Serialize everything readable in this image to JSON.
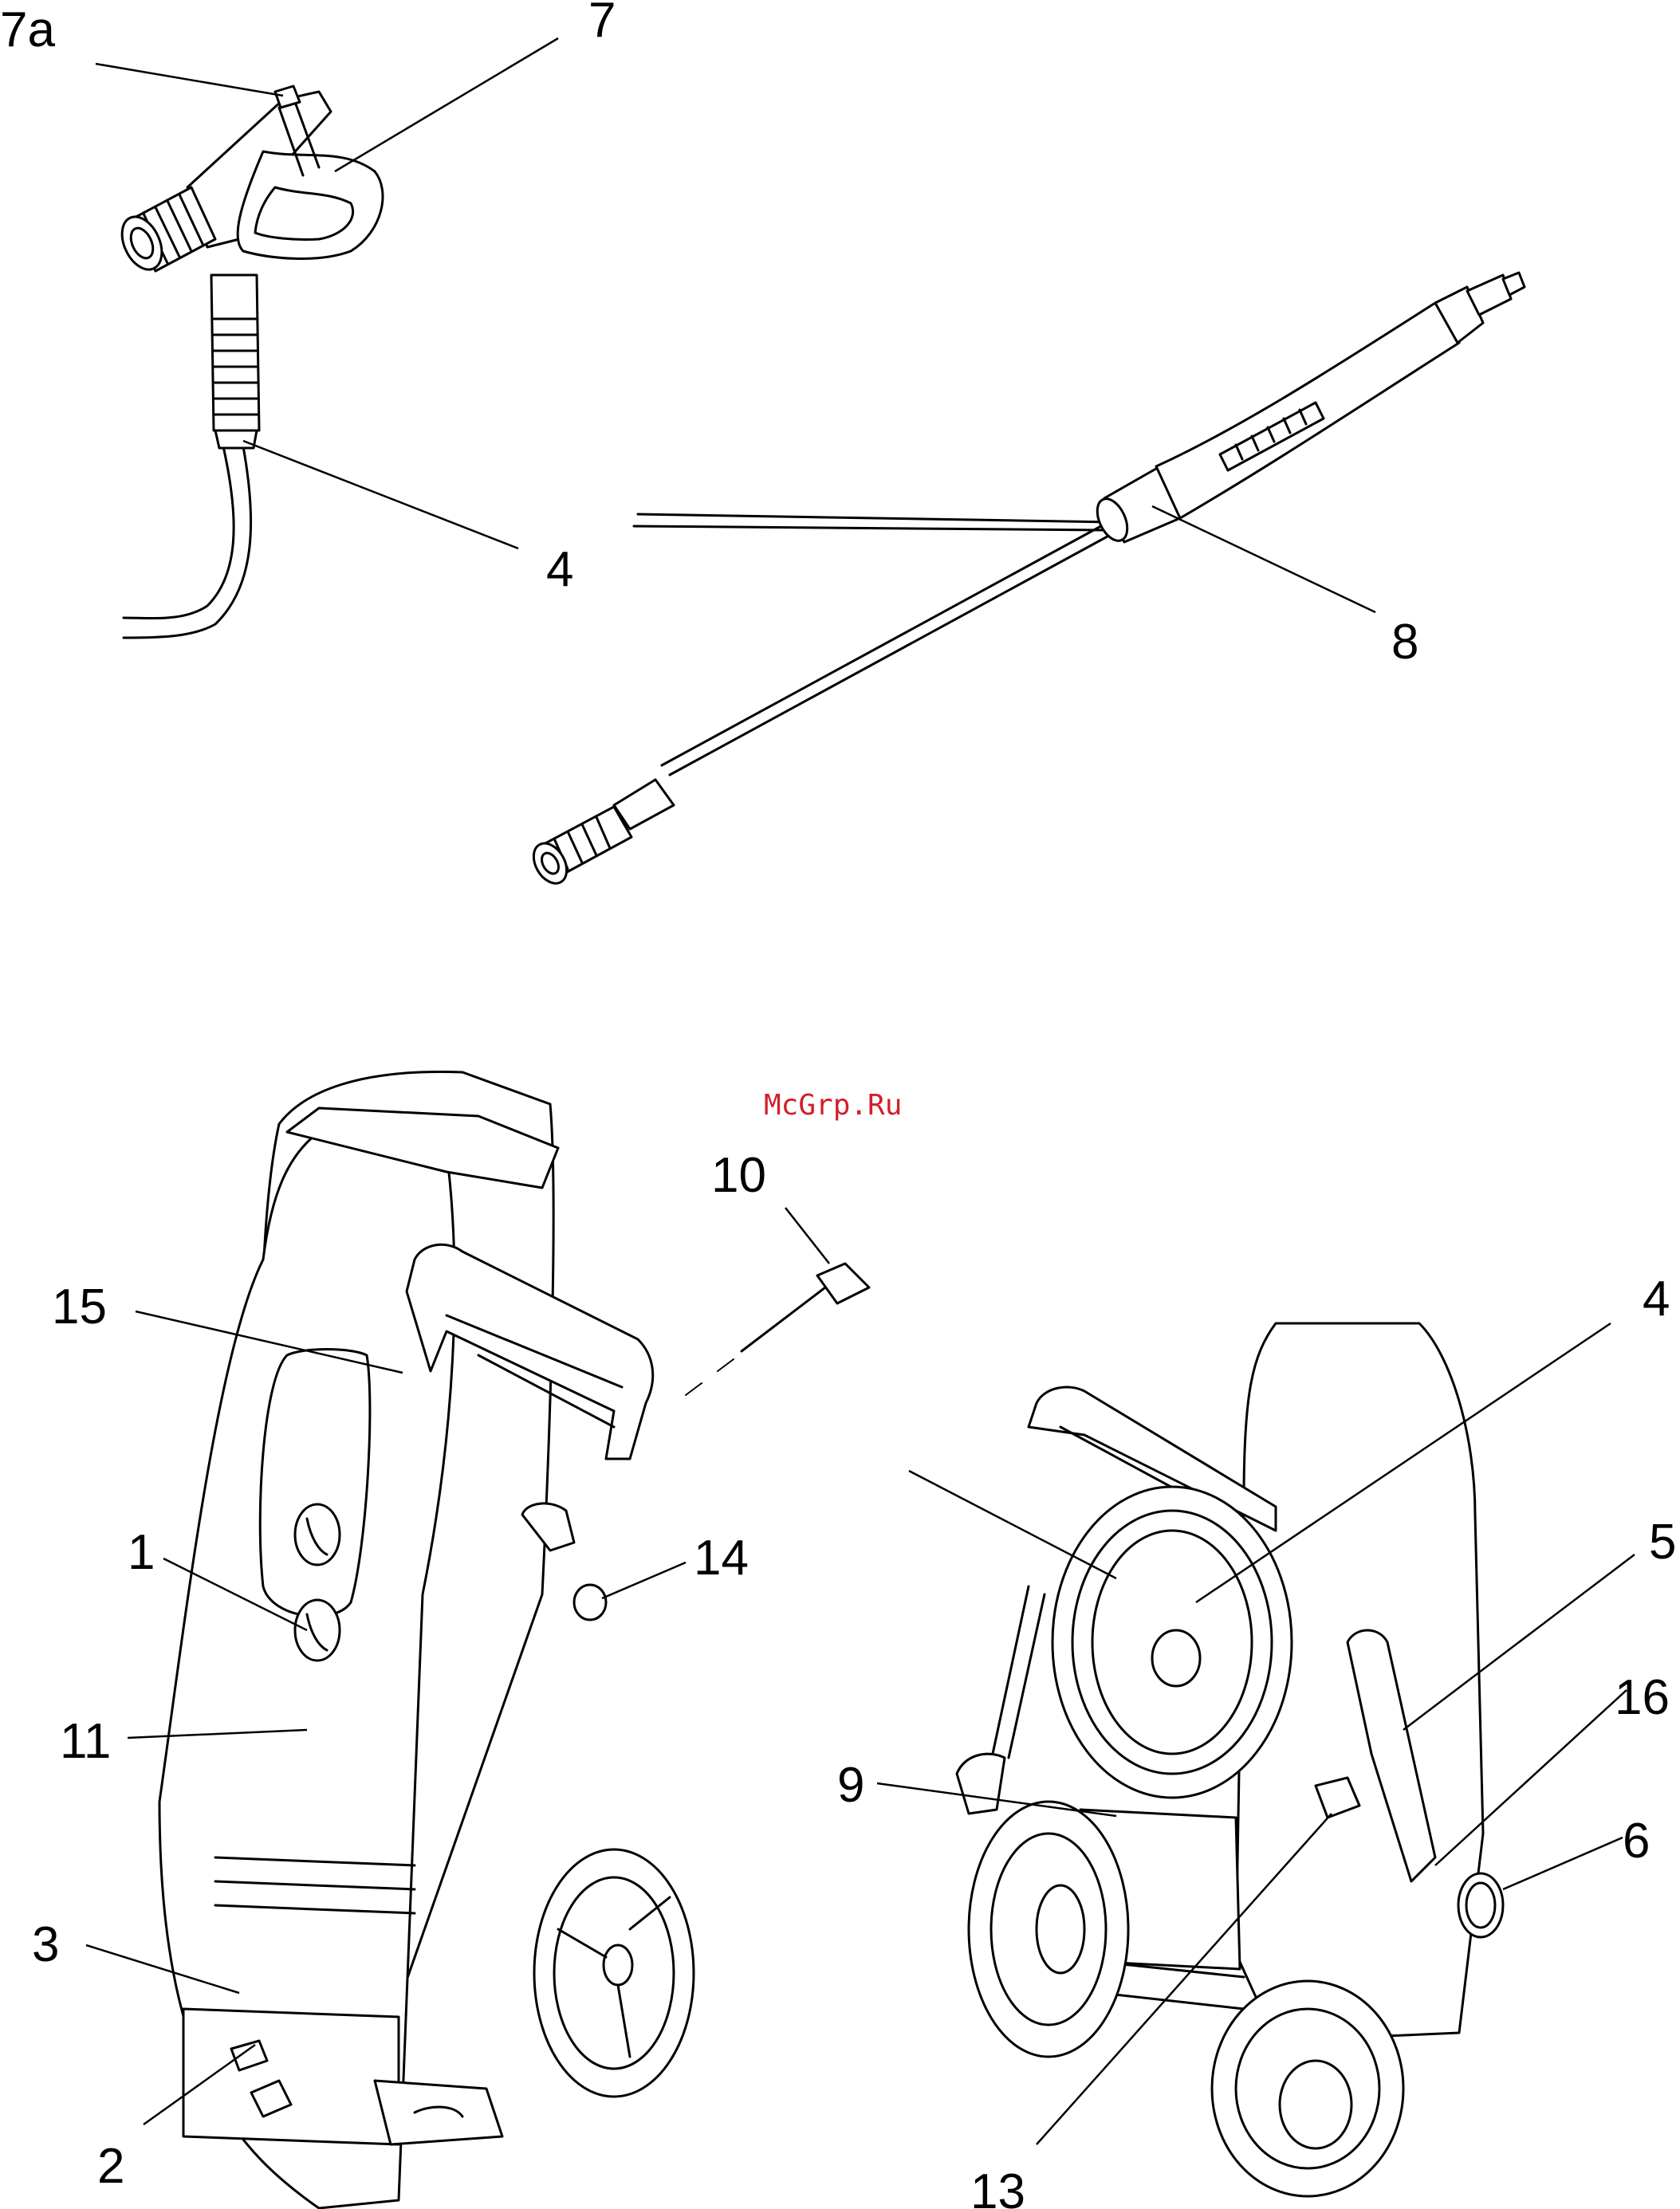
{
  "watermark": "McGrp.Ru",
  "callouts": {
    "c7a": "7a",
    "c7": "7",
    "c4_top": "4",
    "c8": "8",
    "c10": "10",
    "c15": "15",
    "c1": "1",
    "c14": "14",
    "c11": "11",
    "c3": "3",
    "c2": "2",
    "c4_right": "4",
    "c5": "5",
    "c16": "16",
    "c9": "9",
    "c6": "6",
    "c13": "13"
  }
}
